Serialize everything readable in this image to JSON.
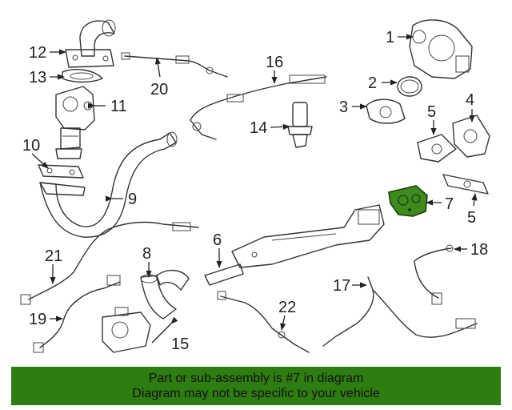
{
  "highlight_color": "#3d8b1d",
  "banner": {
    "line1": "Part or sub-assembly is #7 in diagram",
    "line2": "Diagram may not be specific to your vehicle",
    "color": "#2e7d10"
  },
  "callouts": {
    "c1": "1",
    "c2": "2",
    "c3": "3",
    "c4": "4",
    "c5a": "5",
    "c5b": "5",
    "c6": "6",
    "c7": "7",
    "c8": "8",
    "c9": "9",
    "c10": "10",
    "c11": "11",
    "c12": "12",
    "c13": "13",
    "c14": "14",
    "c15": "15",
    "c16": "16",
    "c17": "17",
    "c18": "18",
    "c19": "19",
    "c20": "20",
    "c21": "21",
    "c22": "22"
  }
}
